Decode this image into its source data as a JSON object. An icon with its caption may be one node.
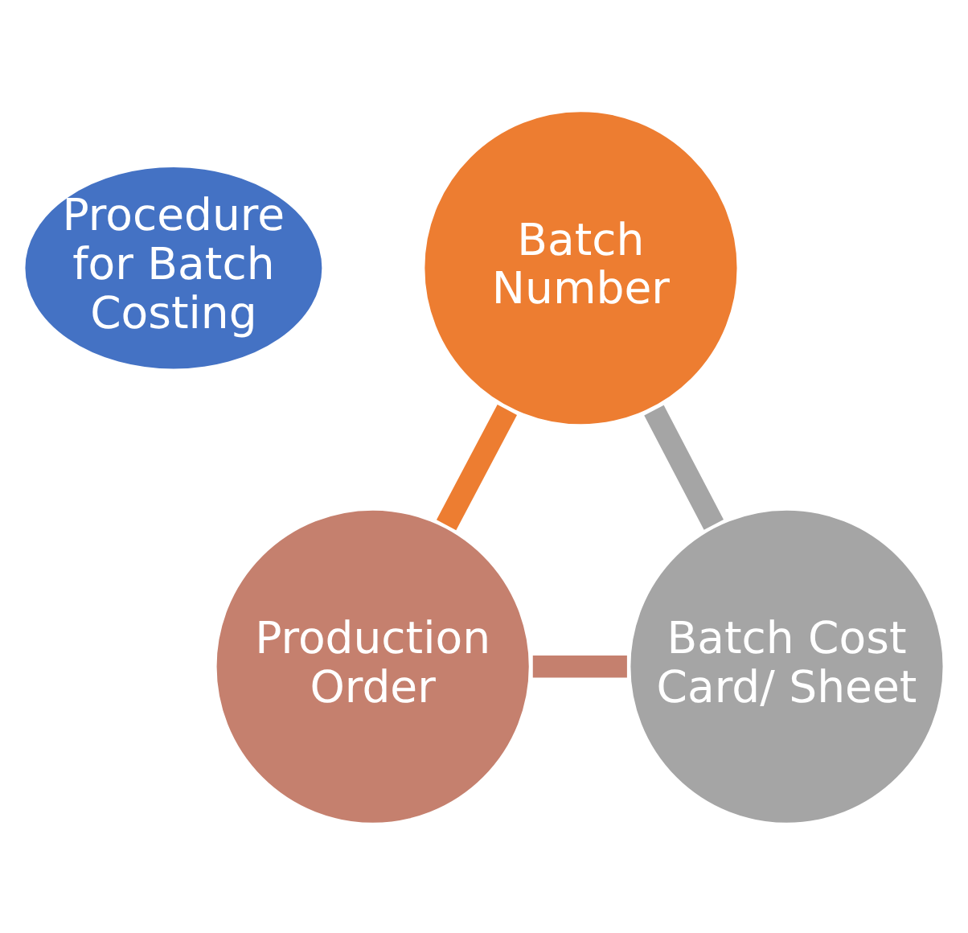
{
  "diagram": {
    "nodes": [
      {
        "text": [
          "Procedure for Batch Costing"
        ]
      },
      {
        "text": [
          "Batch Number"
        ]
      },
      {
        "text": [
          "Production Order"
        ]
      },
      {
        "text": [
          "Batch Cost Card/ Sheet"
        ]
      }
    ],
    "edges": [
      {
        "from": 1,
        "to": 2,
        "arrow": "none",
        "color": "#ed7d31"
      },
      {
        "from": 2,
        "to": 3,
        "arrow": "none",
        "color": "#c5806e"
      },
      {
        "from": 3,
        "to": 1,
        "arrow": "none",
        "color": "#a5a5a5"
      }
    ]
  }
}
